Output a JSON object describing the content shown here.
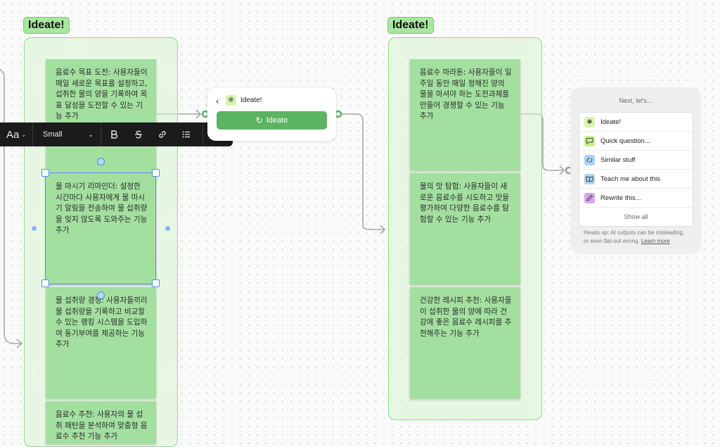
{
  "sections": [
    {
      "title": "Ideate!"
    },
    {
      "title": "Ideate!"
    }
  ],
  "stickies_left": [
    "음료수 목표 도전: 사용자들이 매일 새로운 목표를 설정하고, 섭취한 물의 양을 기록하여 목표 달성을 도전할 수 있는 기능 추가",
    "물 마시기 리마인더: 설정한 시간마다 사용자에게 물 마시기 알림을 전송하여 물 섭취량을 잊지 않도록 도와주는 기능 추가",
    "물 섭취량 경쟁: 사용자들끼리 물 섭취량을 기록하고 비교할 수 있는 랭킹 시스템을 도입하여 동기부여를 제공하는 기능 추가",
    "음료수 추천: 사용자의 물 섭취 패턴을 분석하여 맞춤형 음료수 추천 기능 추가"
  ],
  "stickies_right": [
    "음료수 마라톤: 사용자들이 일주일 동안 매일 정해진 양의 물을 마셔야 하는 도전과제를 만들어 경쟁할 수 있는 기능 추가",
    "물의 맛 탐험: 사용자들이 새로운 음료수를 시도하고 맛을 평가하여 다양한 음료수를 탐험할 수 있는 기능 추가",
    "건강한 레시피 추천: 사용자들이 섭취한 물의 양에 따라 건강에 좋은 음료수 레시피를 추천해주는 기능 추가"
  ],
  "toolbar": {
    "font_label": "Aa",
    "size_label": "Small",
    "icons": [
      "font-icon",
      "bold-icon",
      "strikethrough-icon",
      "link-icon",
      "list-icon",
      "pen-icon"
    ]
  },
  "ideate_card": {
    "title": "Ideate!",
    "button_label": "Ideate"
  },
  "next_panel": {
    "title": "Next, let's...",
    "items": [
      {
        "label": "Ideate!",
        "icon": "sparkle-icon",
        "color": "#d9f2b0"
      },
      {
        "label": "Quick question...",
        "icon": "chat-bubble-icon",
        "color": "#c8ef8e"
      },
      {
        "label": "Similar stuff",
        "icon": "similar-icon",
        "color": "#a9d4f7"
      },
      {
        "label": "Teach me about this",
        "icon": "book-icon",
        "color": "#a9d4f7"
      },
      {
        "label": "Rewrite this...",
        "icon": "pen-icon",
        "color": "#d6a6f0"
      }
    ],
    "show_all": "Show all",
    "disclaimer": "Heads up: AI outputs can be misleading, or even flat-out wrong.",
    "learn_more": "Learn more"
  },
  "colors": {
    "accent_green": "#5cb462",
    "sticky_green": "#a3e0a0",
    "selection_blue": "#4a90e2"
  }
}
